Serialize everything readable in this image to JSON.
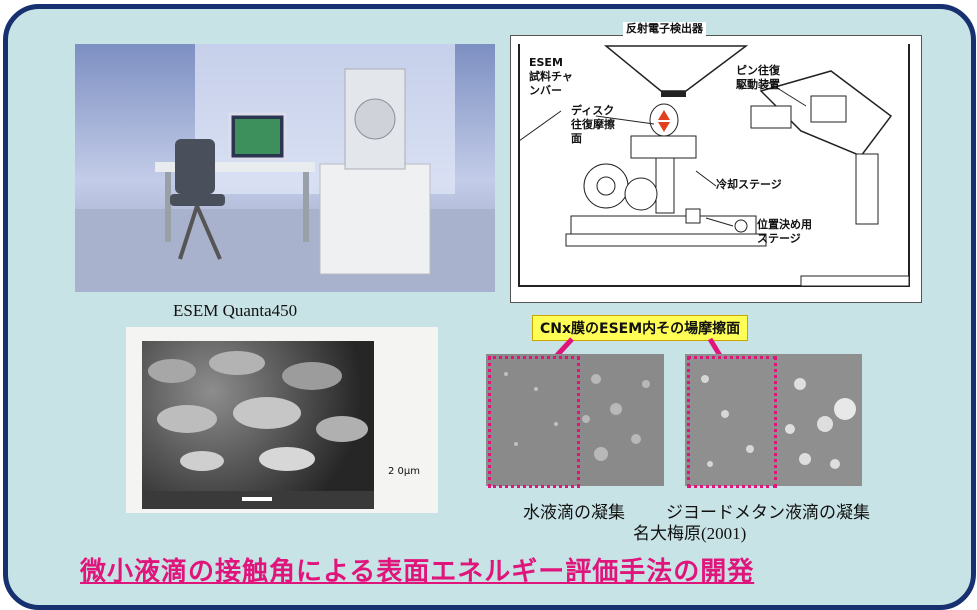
{
  "photo_caption": "ESEM Quanta450",
  "diagram": {
    "detector": "反射電子検出器",
    "chamber": "ESEM\n試料チャ\nンバー",
    "pin": "ピン往復\n駆動装置",
    "disk": "ディスク\n往復摩擦\n面",
    "cooling": "冷却ステージ",
    "positioning": "位置決め用\nステージ"
  },
  "sem_scale": "2 0μm",
  "callout": "CNx膜のESEM内その場摩擦面",
  "captions": {
    "water": "水液滴の凝集",
    "diiodomethane": "ジヨードメタン液滴の凝集",
    "credit": "名大梅原(2001)"
  },
  "title": "微小液滴の接触角による表面エネルギー評価手法の開発",
  "colors": {
    "frame": "#17306f",
    "background": "#c8e3e6",
    "title": "#e0157b",
    "callout_fill": "#ffff55",
    "arrow": "#e0157b"
  }
}
